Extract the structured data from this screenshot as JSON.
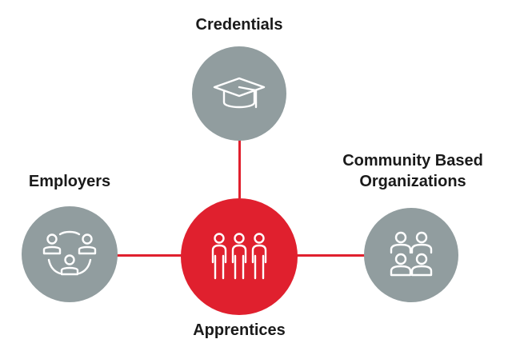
{
  "nodes": {
    "credentials": {
      "label": "Credentials",
      "icon": "graduation-cap-icon"
    },
    "employers": {
      "label": "Employers",
      "icon": "people-network-icon"
    },
    "community": {
      "label_line1": "Community Based",
      "label_line2": "Organizations",
      "icon": "people-group-icon"
    },
    "apprentices": {
      "label": "Apprentices",
      "icon": "three-people-icon"
    }
  },
  "colors": {
    "accent": "#e0202e",
    "node_gray": "#919d9f",
    "text": "#1a1a1a",
    "icon_stroke": "#ffffff"
  }
}
